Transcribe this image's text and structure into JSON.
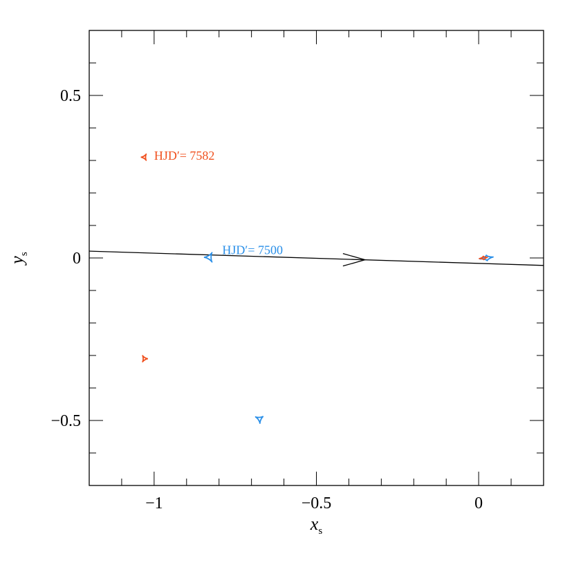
{
  "chart_data": {
    "type": "scatter",
    "title": "",
    "xlabel": "x",
    "xlabel_sub": "s",
    "ylabel": "y",
    "ylabel_sub": "s",
    "xlim": [
      -1.2,
      0.2
    ],
    "ylim": [
      -0.7,
      0.7
    ],
    "xticks_major": [
      -1,
      -0.5,
      0
    ],
    "xtick_labels": [
      "−1",
      "−0.5",
      "0"
    ],
    "yticks_major": [
      -0.5,
      0,
      0.5
    ],
    "ytick_labels": [
      "−0.5",
      "0",
      "0.5"
    ],
    "grid": false,
    "source_trajectory": {
      "x": [
        -1.2,
        0.2
      ],
      "y": [
        0.021,
        -0.023
      ],
      "color": "#000000",
      "arrow_at_x": -0.35
    },
    "series": [
      {
        "name": "HJD′= 7500",
        "color": "#2a8fe8",
        "caustics": [
          {
            "kind": "central",
            "x": 0.025,
            "y": 0.0,
            "size": 0.035
          },
          {
            "kind": "planetary",
            "x": -0.83,
            "y": 0.002,
            "size": 0.03
          },
          {
            "kind": "planetary",
            "x": -0.675,
            "y": -0.495,
            "size": 0.025
          }
        ]
      },
      {
        "name": "HJD′= 7582",
        "color": "#f0501e",
        "caustics": [
          {
            "kind": "central",
            "x": 0.015,
            "y": 0.0,
            "size": 0.022
          },
          {
            "kind": "planetary",
            "x": -1.03,
            "y": 0.31,
            "size": 0.02
          },
          {
            "kind": "planetary",
            "x": -1.03,
            "y": -0.31,
            "size": 0.02
          }
        ]
      }
    ],
    "annotations": [
      {
        "text": "HJD′= 7582",
        "x": -1.0,
        "y": 0.315,
        "color": "#f0501e"
      },
      {
        "text": "HJD′= 7500",
        "x": -0.79,
        "y": 0.025,
        "color": "#2a8fe8"
      }
    ]
  }
}
